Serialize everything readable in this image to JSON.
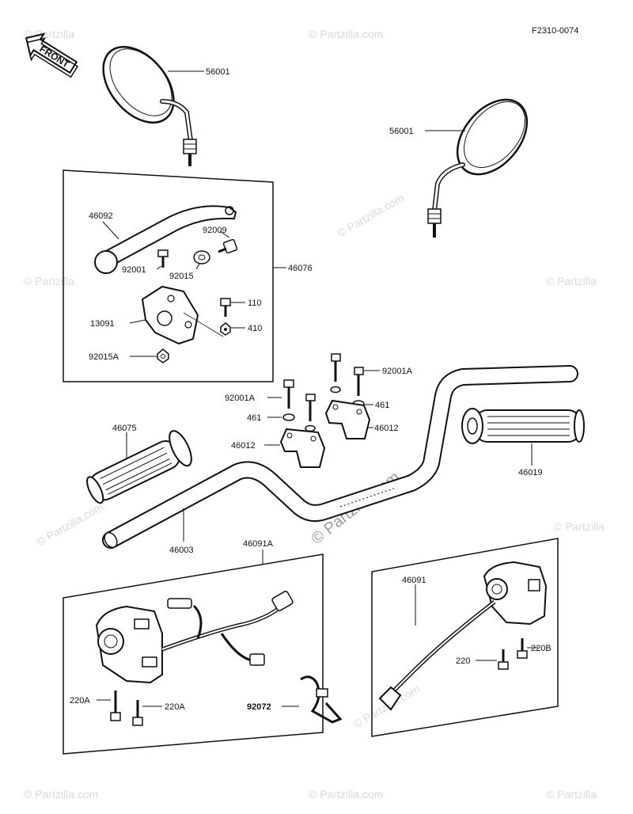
{
  "diagram_code": "F2310-0074",
  "front_label": "FRONT",
  "watermark": "© Partzilla.com",
  "watermark_short": "© Partzilla",
  "parts": {
    "mirror_left": "56001",
    "mirror_right": "56001",
    "lever": "46092",
    "adjuster": "92009",
    "bolt_lever": "92001",
    "washer_lever": "92015",
    "lever_assembly": "46076",
    "holder": "13091",
    "bolt_110": "110",
    "nut_410": "410",
    "nut_92015A": "92015A",
    "bolt_clamp_left": "92001A",
    "bolt_clamp_right": "92001A",
    "washer_left": "461",
    "washer_right": "461",
    "clamp_left": "46012",
    "clamp_right": "46012",
    "grip_left": "46075",
    "grip_right": "46019",
    "handlebar": "46003",
    "switch_left": "46091A",
    "switch_right": "46091",
    "screw_220A_a": "220A",
    "screw_220A_b": "220A",
    "screw_220": "220",
    "screw_220B": "220B",
    "band": "92072"
  },
  "colors": {
    "ink": "#111111",
    "watermark": "#d9d9d9",
    "watermark_dark": "#9a9a9a"
  }
}
